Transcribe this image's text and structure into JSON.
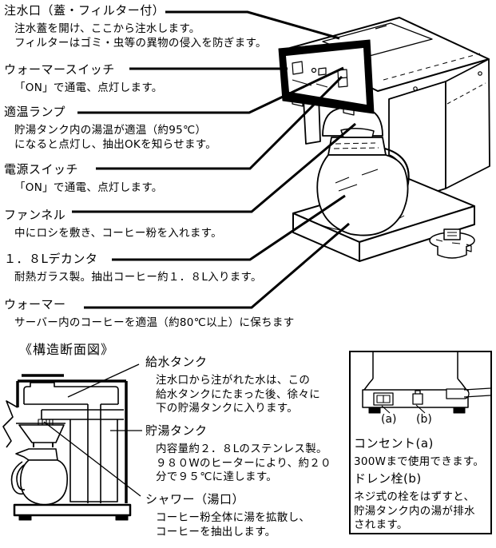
{
  "page": {
    "background": "#ffffff",
    "ink": "#000000"
  },
  "parts": [
    {
      "title": "注水口（蓋・フィルター付）",
      "desc": [
        "注水蓋を開け、ここから注水します。",
        "フィルターはゴミ・虫等の異物の侵入を防ぎます。"
      ]
    },
    {
      "title": "ウォーマースイッチ",
      "desc": [
        "「ON」で通電、点灯します。"
      ]
    },
    {
      "title": "適温ランプ",
      "desc": [
        "貯湯タンク内の湯温が適温（約95℃）",
        "になると点灯し、抽出OKを知らせます。"
      ]
    },
    {
      "title": "電源スイッチ",
      "desc": [
        "「ON」で通電、点灯します。"
      ]
    },
    {
      "title": "ファンネル",
      "desc": [
        "中にロシを敷き、コーヒー粉を入れます。"
      ]
    },
    {
      "title": "１．８Lデカンタ",
      "desc": [
        "耐熱ガラス製。抽出コーヒー約１．８L入ります。"
      ]
    },
    {
      "title": "ウォーマー",
      "desc": [
        "サーバー内のコーヒーを適温（約80℃以上）に保ちます"
      ]
    }
  ],
  "cross_section": {
    "heading": "《構造断面図》",
    "parts": [
      {
        "title": "給水タンク",
        "desc": [
          "注水口から注がれた水は、この",
          "給水タンクにたまった後、徐々に",
          "下の貯湯タンクに入ります。"
        ]
      },
      {
        "title": "貯湯タンク",
        "desc": [
          "内容量約２．８Lのステンレス製。",
          "９８０Wのヒーターにより、約２０",
          "分で９５℃に達します。"
        ]
      },
      {
        "title": "シャワー（湯口）",
        "desc": [
          "コーヒー粉全体に湯を拡散し、",
          "コーヒーを抽出します。"
        ]
      }
    ]
  },
  "rear_view": {
    "marker_a": "(a)",
    "marker_b": "(b)",
    "notes": [
      {
        "title": "コンセント(a)",
        "desc": [
          "300Wまで使用できます。"
        ]
      },
      {
        "title": "ドレン栓(b)",
        "desc": [
          "ネジ式の栓をはずすと、",
          "貯湯タンク内の湯が排水",
          "されます。"
        ]
      }
    ]
  }
}
